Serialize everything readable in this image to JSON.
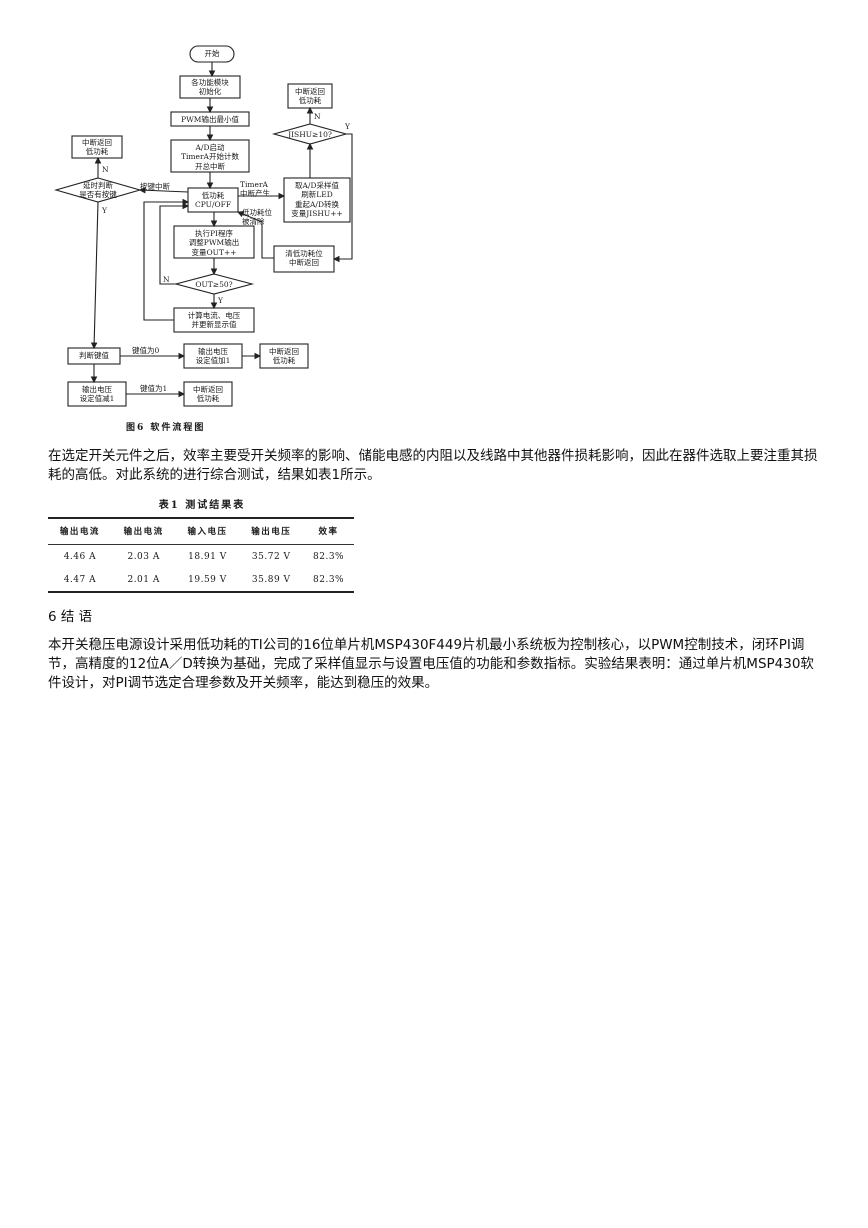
{
  "figure": {
    "nodes": {
      "start": "开始",
      "init": [
        "各功能模块",
        "初始化"
      ],
      "pwm_min": "PWM输出最小值",
      "ad_start": [
        "A/D启动",
        "TimerA开始计数",
        "开总中断"
      ],
      "low_power": [
        "低功耗",
        "CPU/OFF"
      ],
      "exec_pi": [
        "执行PI程序",
        "调整PWM输出",
        "变量OUT++"
      ],
      "out_check": "OUT≥50?",
      "calc": [
        "计算电流、电压",
        "并更新显示值"
      ],
      "sample": [
        "取A/D采样值",
        "刷新LED",
        "重起A/D转换",
        "变量JISHU++"
      ],
      "jishu_check": "JISHU≥10?",
      "irq_ret_top_right": [
        "中断返回",
        "低功耗"
      ],
      "clear_lp": [
        "清低功耗位",
        "中断返回"
      ],
      "irq_ret_top_left": [
        "中断返回",
        "低功耗"
      ],
      "delay_check": [
        "延时判断",
        "是否有按键"
      ],
      "judge_key": "判断键值",
      "out_inc": [
        "输出电压",
        "设定值加1"
      ],
      "irq_ret_mid": [
        "中断返回",
        "低功耗"
      ],
      "out_dec": [
        "输出电压",
        "设定值减1"
      ],
      "irq_ret_bottom": [
        "中断返回",
        "低功耗"
      ]
    },
    "edge_labels": {
      "key_irq": "按键中断",
      "timer_irq": [
        "TimerA",
        "中断产生"
      ],
      "lp_cleared": [
        "低功耗位",
        "被清除"
      ],
      "n1": "N",
      "y1": "Y",
      "n2": "N",
      "y2": "Y",
      "n3": "N",
      "y3": "Y",
      "key0": "键值为0",
      "key1": "键值为1"
    },
    "caption": "图6  软件流程图"
  },
  "paragraph1": "在选定开关元件之后，效率主要受开关频率的影响、储能电感的内阻以及线路中其他器件损耗影响，因此在器件选取上要注重其损耗的高低。对此系统的进行综合测试，结果如表1所示。",
  "table": {
    "title": "表1  测试结果表",
    "headers": [
      "输出电流",
      "输出电流",
      "输入电压",
      "输出电压",
      "效率"
    ],
    "rows": [
      [
        "4.46 A",
        "2.03 A",
        "18.91 V",
        "35.72 V",
        "82.3%"
      ],
      [
        "4.47 A",
        "2.01 A",
        "19.59 V",
        "35.89 V",
        "82.3%"
      ]
    ]
  },
  "section_heading": "6 结 语",
  "paragraph2": "本开关稳压电源设计采用低功耗的TI公司的16位单片机MSP430F449片机最小系统板为控制核心，以PWM控制技术，闭环PI调节，高精度的12位A／D转换为基础，完成了采样值显示与设置电压值的功能和参数指标。实验结果表明：通过单片机MSP430软件设计，对PI调节选定合理参数及开关频率，能达到稳压的效果。"
}
